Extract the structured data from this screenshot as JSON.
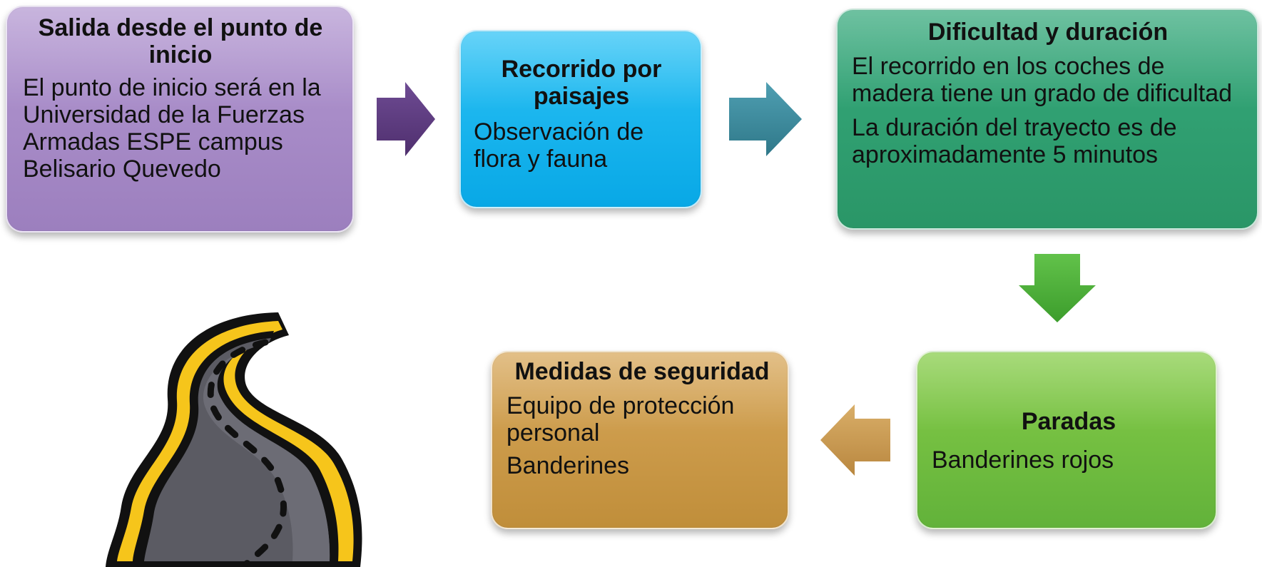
{
  "colors": {
    "purple_box": "#a68bc6",
    "blue_box": "#13b2ec",
    "dark_green_box": "#31a072",
    "light_green_box": "#74c141",
    "gold_box": "#cc9b48",
    "arrow_purple": "#5e3d80",
    "arrow_teal": "#3f8ea0",
    "arrow_green": "#4caf3a",
    "arrow_gold": "#c99a52",
    "road_asphalt": "#5b5b63",
    "road_edge": "#f6c51b",
    "road_outline": "#111111"
  },
  "icons": {
    "road": "winding-road-icon"
  },
  "steps": [
    {
      "title": "Salida desde el punto de inicio",
      "lines": [
        "El punto de inicio será en la Universidad de la Fuerzas Armadas ESPE campus Belisario Quevedo"
      ]
    },
    {
      "title": "Recorrido por paisajes",
      "lines": [
        "Observación de flora y fauna"
      ]
    },
    {
      "title": "Dificultad y duración",
      "lines": [
        "El recorrido en los coches de madera tiene un grado de dificultad",
        "La duración del trayecto es de aproximadamente 5 minutos"
      ]
    },
    {
      "title": "Paradas",
      "lines": [
        "Banderines rojos"
      ]
    },
    {
      "title": "Medidas de seguridad",
      "lines": [
        "Equipo de protección personal",
        "Banderines"
      ]
    }
  ]
}
